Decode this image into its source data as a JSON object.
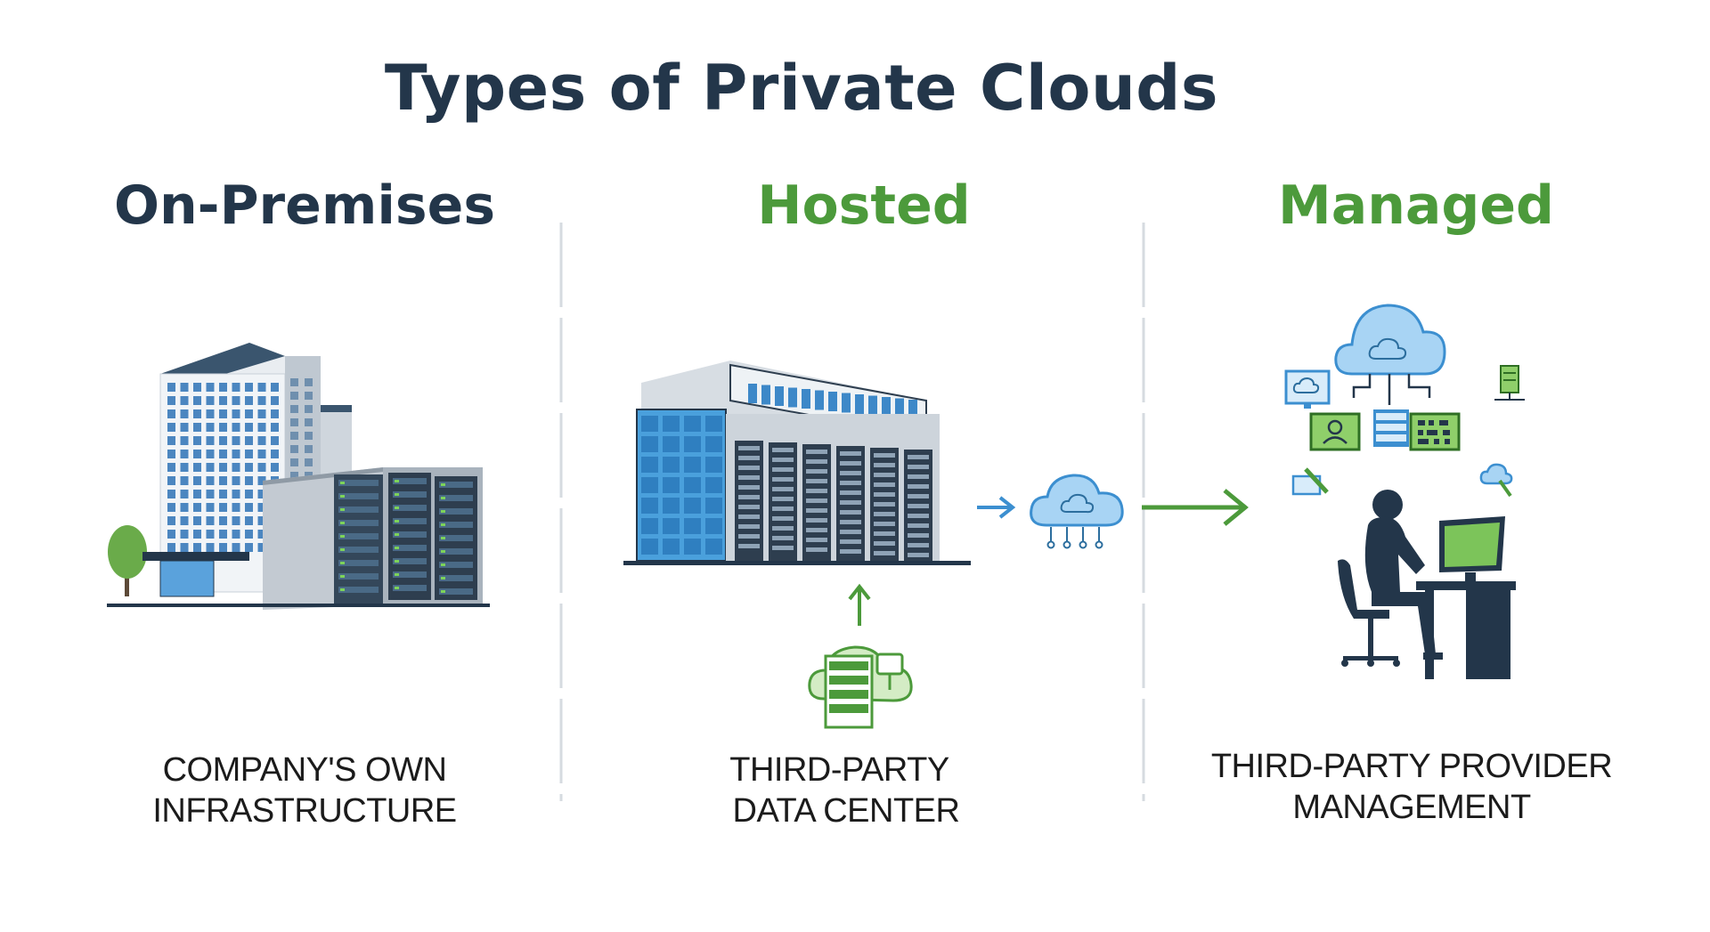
{
  "title": "Types of Private Clouds",
  "columns": [
    {
      "heading": "On-Premises",
      "heading_color": "#23364a",
      "description": [
        "COMPANY'S OWN",
        "INFRASTRUCTURE"
      ],
      "icon": "office-building-with-server-racks"
    },
    {
      "heading": "Hosted",
      "heading_color": "#4c9a3b",
      "description": [
        "THIRD-PARTY",
        "DATA CENTER"
      ],
      "icon": "data-center-with-cloud"
    },
    {
      "heading": "Managed",
      "heading_color": "#4c9a3b",
      "description": [
        "THIRD-PARTY PROVIDER",
        "MANAGEMENT"
      ],
      "icon": "admin-at-workstation-with-cloud-network"
    }
  ],
  "colors": {
    "navy": "#23364a",
    "green": "#4c9a3b",
    "blue": "#3c8fd0",
    "divider": "#d6dbe0"
  }
}
